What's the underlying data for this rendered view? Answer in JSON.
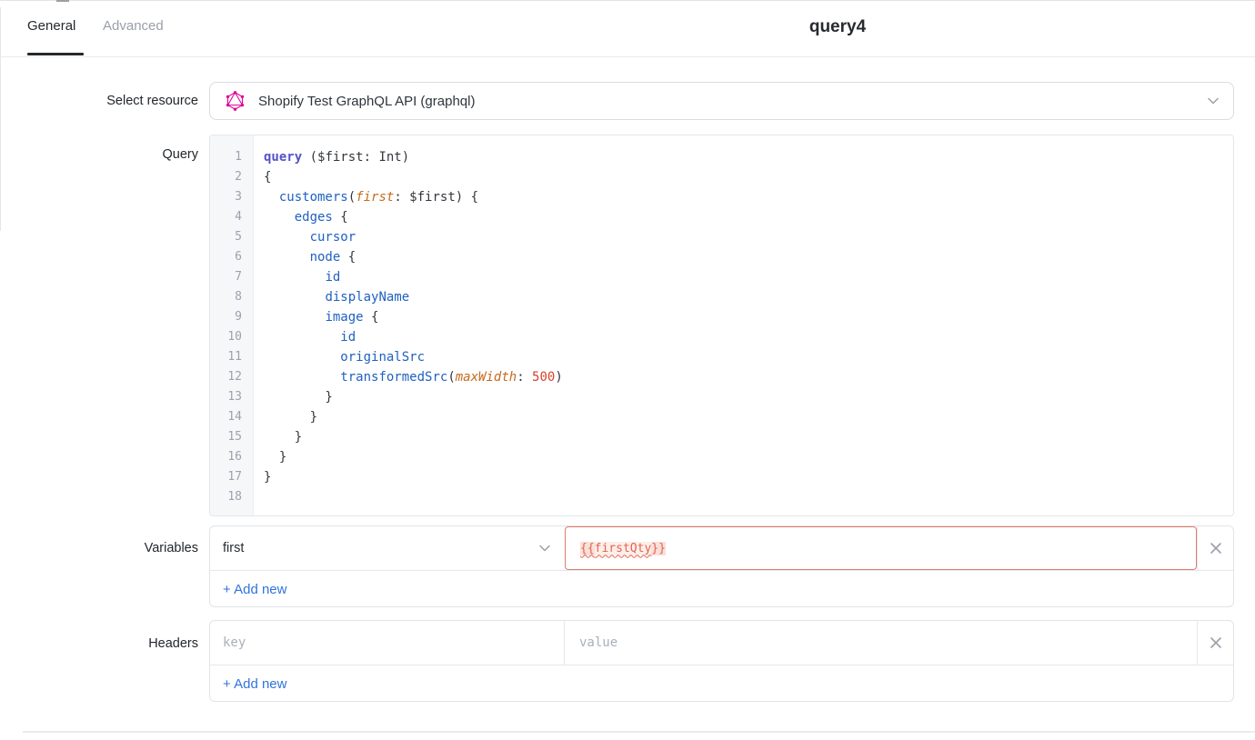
{
  "header": {
    "tabs": [
      {
        "label": "General",
        "active": true
      },
      {
        "label": "Advanced",
        "active": false
      }
    ],
    "title": "query4"
  },
  "resource": {
    "label": "Select resource",
    "value": "Shopify Test GraphQL API (graphql)",
    "icon": "graphql-icon"
  },
  "query": {
    "label": "Query",
    "lines": [
      {
        "n": "1",
        "tokens": [
          [
            "kw",
            "query"
          ],
          [
            "pln",
            " ($first: Int)"
          ]
        ]
      },
      {
        "n": "2",
        "tokens": [
          [
            "pln",
            "{"
          ]
        ]
      },
      {
        "n": "3",
        "tokens": [
          [
            "pln",
            "  "
          ],
          [
            "fld",
            "customers"
          ],
          [
            "pln",
            "("
          ],
          [
            "arg",
            "first"
          ],
          [
            "pln",
            ": $first) {"
          ]
        ]
      },
      {
        "n": "4",
        "tokens": [
          [
            "pln",
            "    "
          ],
          [
            "fld",
            "edges"
          ],
          [
            "pln",
            " {"
          ]
        ]
      },
      {
        "n": "5",
        "tokens": [
          [
            "pln",
            "      "
          ],
          [
            "fld",
            "cursor"
          ]
        ]
      },
      {
        "n": "6",
        "tokens": [
          [
            "pln",
            "      "
          ],
          [
            "fld",
            "node"
          ],
          [
            "pln",
            " {"
          ]
        ]
      },
      {
        "n": "7",
        "tokens": [
          [
            "pln",
            "        "
          ],
          [
            "fld",
            "id"
          ]
        ]
      },
      {
        "n": "8",
        "tokens": [
          [
            "pln",
            "        "
          ],
          [
            "fld",
            "displayName"
          ]
        ]
      },
      {
        "n": "9",
        "tokens": [
          [
            "pln",
            "        "
          ],
          [
            "fld",
            "image"
          ],
          [
            "pln",
            " {"
          ]
        ]
      },
      {
        "n": "10",
        "tokens": [
          [
            "pln",
            "          "
          ],
          [
            "fld",
            "id"
          ]
        ]
      },
      {
        "n": "11",
        "tokens": [
          [
            "pln",
            "          "
          ],
          [
            "fld",
            "originalSrc"
          ]
        ]
      },
      {
        "n": "12",
        "tokens": [
          [
            "pln",
            "          "
          ],
          [
            "fld",
            "transformedSrc"
          ],
          [
            "pln",
            "("
          ],
          [
            "arg",
            "maxWidth"
          ],
          [
            "pln",
            ": "
          ],
          [
            "num",
            "500"
          ],
          [
            "pln",
            ")"
          ]
        ]
      },
      {
        "n": "13",
        "tokens": [
          [
            "pln",
            "        }"
          ]
        ]
      },
      {
        "n": "14",
        "tokens": [
          [
            "pln",
            "      }"
          ]
        ]
      },
      {
        "n": "15",
        "tokens": [
          [
            "pln",
            "    }"
          ]
        ]
      },
      {
        "n": "16",
        "tokens": [
          [
            "pln",
            "  }"
          ]
        ]
      },
      {
        "n": "17",
        "tokens": [
          [
            "pln",
            "}"
          ]
        ]
      },
      {
        "n": "18",
        "tokens": []
      }
    ]
  },
  "variables": {
    "label": "Variables",
    "rows": [
      {
        "key": "first",
        "value": "{{firstQty}}",
        "value_parts": {
          "open": "{{",
          "name": "firstQty",
          "close": "}}"
        },
        "error": true
      }
    ],
    "add_new_label": "+ Add new"
  },
  "headers": {
    "label": "Headers",
    "rows": [
      {
        "key_placeholder": "key",
        "value_placeholder": "value"
      }
    ],
    "add_new_label": "+ Add new"
  },
  "colors": {
    "accent_link": "#3173dd",
    "active_tab": "#24282d",
    "inactive_tab": "#9aa0a8",
    "graphql_pink": "#E10098",
    "error_border": "#dd7b6c",
    "error_text": "#e0654d",
    "token_keyword": "#5453c8",
    "token_field": "#2061c0",
    "token_argument": "#c66a1e",
    "token_number": "#d5432d",
    "gutter_bg": "#f6f7f8",
    "line_number": "#9aa3ad"
  }
}
